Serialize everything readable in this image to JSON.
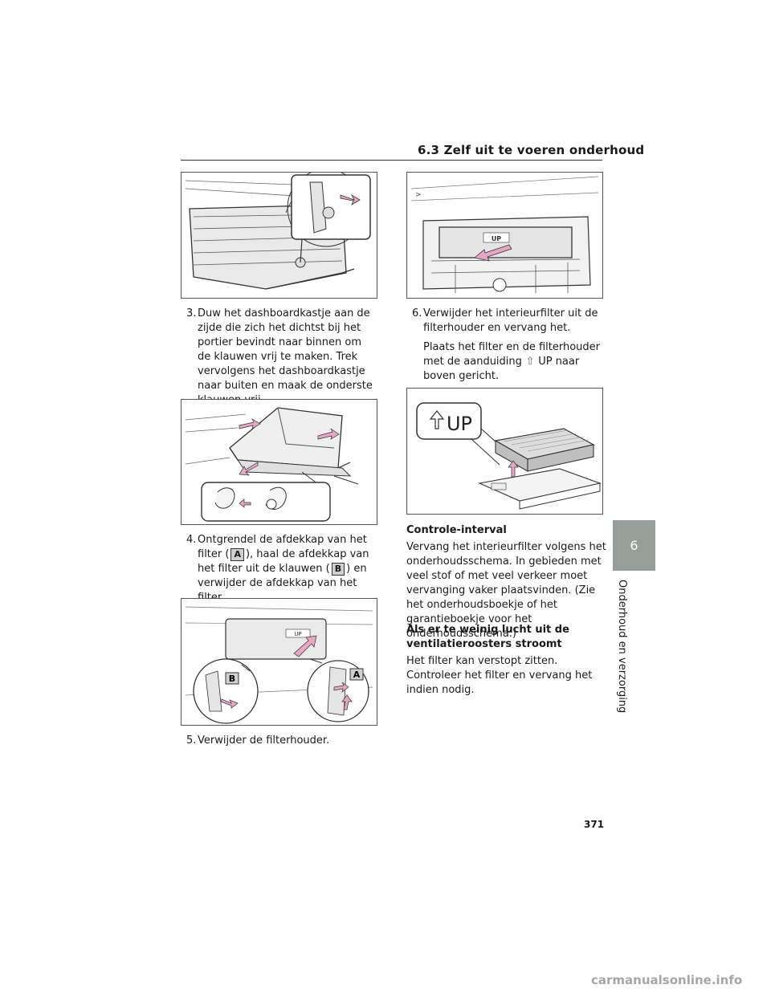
{
  "header": {
    "section_title": "6.3  Zelf uit te voeren onderhoud"
  },
  "steps": [
    {
      "num": "3.",
      "text": "Duw het dashboardkastje aan de zijde die zich het dichtst bij het portier bevindt naar binnen om de klauwen vrij te maken. Trek vervolgens het dashboardkastje naar buiten en maak de onderste klauwen vrij."
    },
    {
      "num": "4.",
      "pre": "Ontgrendel de afdekkap van het filter (",
      "mid1": "), haal de afdekkap van het filter uit de klauwen (",
      "post": ") en verwijder de afdekkap van het filter.",
      "badge_a": "A",
      "badge_b": "B"
    },
    {
      "num": "5.",
      "text": "Verwijder de filterhouder."
    },
    {
      "num": "6.",
      "text": "Verwijder het interieurfilter uit de filterhouder en vervang het.",
      "sub_pre": "Plaats het filter en de filterhouder met de aanduiding",
      "sub_post": "UP naar boven gericht.",
      "up_icon": "up-arrow-icon"
    }
  ],
  "figures": {
    "fig3_label": "UP",
    "fig4_callout_a": "A",
    "fig4_callout_b": "B",
    "fig5_label": "UP",
    "fig6_label": "UP"
  },
  "sections": [
    {
      "heading": "Controle-interval",
      "body": "Vervang het interieurfilter volgens het onderhoudsschema. In gebieden met veel stof of met veel verkeer moet vervanging vaker plaatsvinden. (Zie het onderhoudsboekje of het garantieboekje voor het onderhoudsschema.)"
    },
    {
      "heading": "Als er te weinig lucht uit de ventilatieroosters stroomt",
      "body": "Het filter kan verstopt zitten. Controleer het filter en vervang het indien nodig."
    }
  ],
  "side_tab": {
    "number": "6",
    "label": "Onderhoud en verzorging",
    "color": "#979e97"
  },
  "footer": {
    "page_number": "371",
    "watermark": "carmanualsonline.info"
  },
  "colors": {
    "arrow_pink": "#e6a6c6",
    "line": "#333333"
  }
}
